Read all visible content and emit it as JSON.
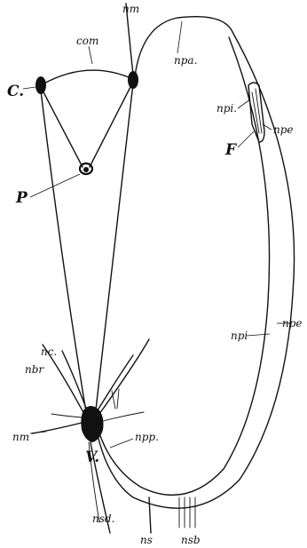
{
  "labels": {
    "nm_top": "nm",
    "com": "com",
    "C": "C.",
    "npa": "npa.",
    "npi_upper": "npi.",
    "npe_upper": "npe",
    "F": "F",
    "P": "P",
    "npi_lower": "npi",
    "npe_lower": "npe",
    "nc": "nc.",
    "nbr": "nbr",
    "nm_left": "nm",
    "V": "V.",
    "npp": "npp.",
    "nsd": "nsd.",
    "ns": "ns",
    "nsb": "nsb"
  },
  "colors": {
    "ink": "#111111",
    "background": "#ffffff"
  }
}
